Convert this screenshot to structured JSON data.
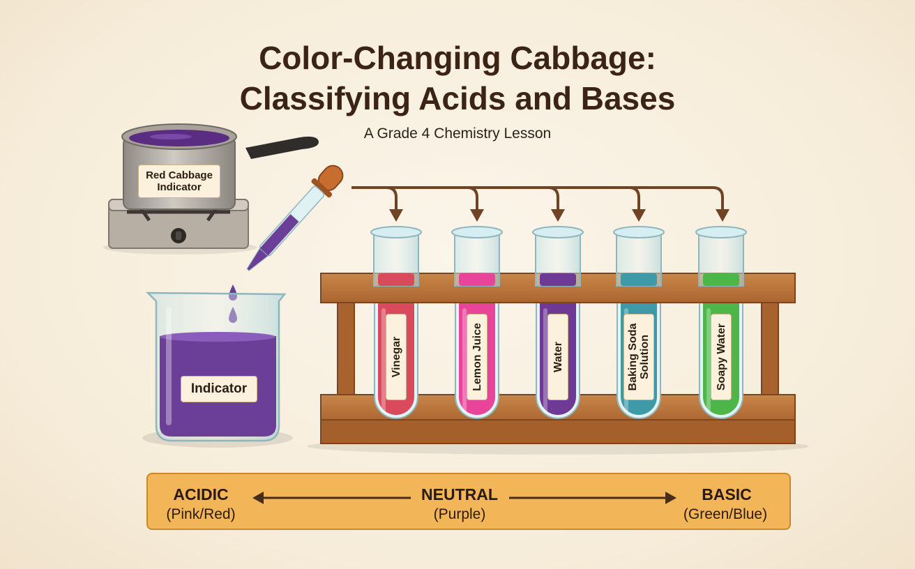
{
  "title": {
    "line1": "Color-Changing Cabbage:",
    "line2": "Classifying Acids and Bases"
  },
  "subtitle": "A Grade 4 Chemistry Lesson",
  "pot_label": "Red Cabbage Indicator",
  "beaker_label": "Indicator",
  "tubes": [
    {
      "label": "Vinegar",
      "color": "#d94b5c"
    },
    {
      "label": "Lemon Juice",
      "color": "#e8449a"
    },
    {
      "label": "Water",
      "color": "#6e3a96"
    },
    {
      "label": "Baking Soda Solution",
      "color": "#3e9aa6"
    },
    {
      "label": "Soapy Water",
      "color": "#4cb648"
    }
  ],
  "scale": {
    "acidic": {
      "title": "ACIDIC",
      "sub": "(Pink/Red)"
    },
    "neutral": {
      "title": "NEUTRAL",
      "sub": "(Purple)"
    },
    "basic": {
      "title": "BASIC",
      "sub": "(Green/Blue)"
    }
  },
  "colors": {
    "indicator_purple": "#6b3f98",
    "wood": "#b9733d",
    "scale_bar": "#f2b558",
    "arrow_brown": "#6e4424"
  }
}
